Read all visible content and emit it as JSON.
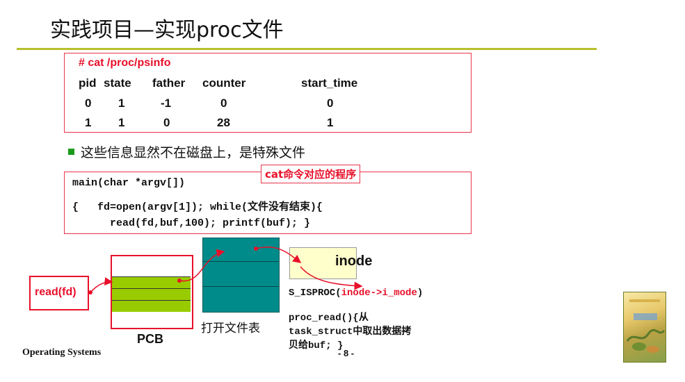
{
  "slide": {
    "title": "实践项目—实现proc文件",
    "footer": "Operating Systems",
    "page_number": "- 8 -"
  },
  "psinfo": {
    "command": "# cat /proc/psinfo",
    "headers": [
      "pid",
      "state",
      "father",
      "counter",
      "start_time"
    ],
    "rows": [
      [
        "0",
        "1",
        "-1",
        "0",
        "0"
      ],
      [
        "1",
        "1",
        "0",
        "28",
        "1"
      ]
    ]
  },
  "bullet": {
    "text": "这些信息显然不在磁盘上，是特殊文件"
  },
  "code": {
    "label": "cat命令对应的程序",
    "lines": [
      "main(char *argv[])",
      "{   fd=open(argv[1]); while(文件没有结束){",
      "      read(fd,buf,100); printf(buf); }"
    ]
  },
  "diagram": {
    "read_label": "read(fd)",
    "pcb_label": "PCB",
    "open_file_table_label": "打开文件表",
    "inode_label": "inode",
    "isproc_prefix": "S_ISPROC(",
    "isproc_arg": "inode->i_mode",
    "isproc_suffix": ")",
    "proc_read_lines": [
      "proc_read(){从",
      "task_struct中取出数据拷",
      "贝给buf; }"
    ]
  },
  "colors": {
    "accent_red": "#e8102a",
    "title_rule": "#b7bf2c",
    "pcb_green": "#99cc00",
    "table_teal": "#008b8b",
    "inode_yellow": "#ffffcc",
    "bullet_green": "#1a9a1a"
  },
  "icons": {
    "bullet": "green-square-bullet",
    "book": "operating-system-concepts-book-cover"
  }
}
